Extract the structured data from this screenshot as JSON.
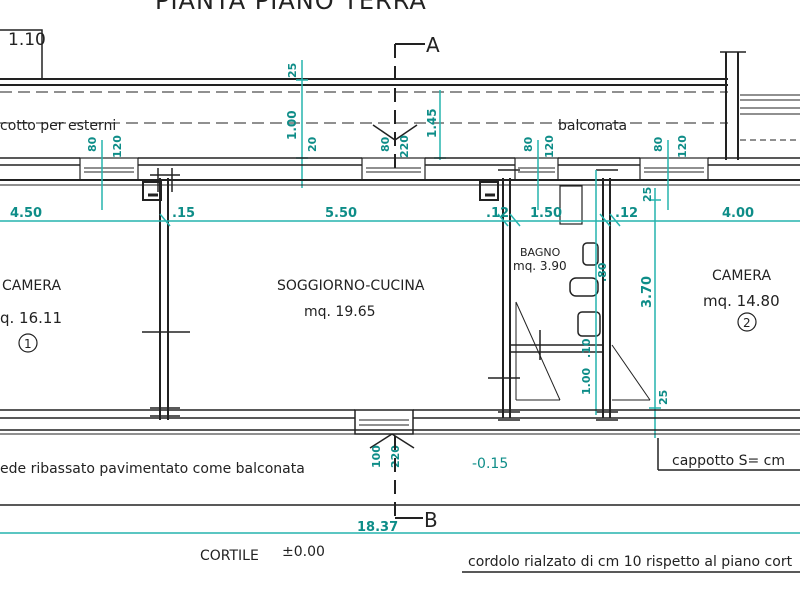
{
  "title": "PIANTA PIANO TERRA",
  "scale_mark": "1.10",
  "section_marks": {
    "top": "A",
    "bottom": "B"
  },
  "labels": {
    "cotto": "cotto per esterni",
    "balconata": "balconata",
    "piede": "ede  ribassato pavimentato come balconata",
    "cortile": "CORTILE",
    "cortile_level": "±0.00",
    "level_minus": "-0.15",
    "cappotto": "cappotto S= cm",
    "cordolo": "cordolo rialzato di cm 10 rispetto al piano cort"
  },
  "rooms": {
    "camera1": {
      "name": "CAMERA",
      "area": "q. 16.11",
      "number": "1"
    },
    "soggiorno": {
      "name": "SOGGIORNO-CUCINA",
      "area": "mq. 19.65"
    },
    "bagno": {
      "name": "BAGNO",
      "area": "mq. 3.90"
    },
    "camera2": {
      "name": "CAMERA",
      "area": "mq. 14.80",
      "number": "2"
    }
  },
  "dimensions": {
    "d450": "4.50",
    "d15": ".15",
    "d550": "5.50",
    "d12a": ".12",
    "d150": "1.50",
    "d12b": ".12",
    "d400": "4.00",
    "d25top": "25",
    "d100a": "1.00",
    "d20": "20",
    "d145": "1.45",
    "w80a": "80",
    "h120a": "120",
    "w80b": "80",
    "h220": "220",
    "w80c": "80",
    "h120b": "120",
    "w80d": "80",
    "h120c": "120",
    "d25r": "25",
    "d370": "3.70",
    "d25rb": "25",
    "b100": "1.00",
    "b10": ".10",
    "b80": ".80",
    "dbot100": "100",
    "dbot220": "220",
    "d1837": "18.37"
  }
}
